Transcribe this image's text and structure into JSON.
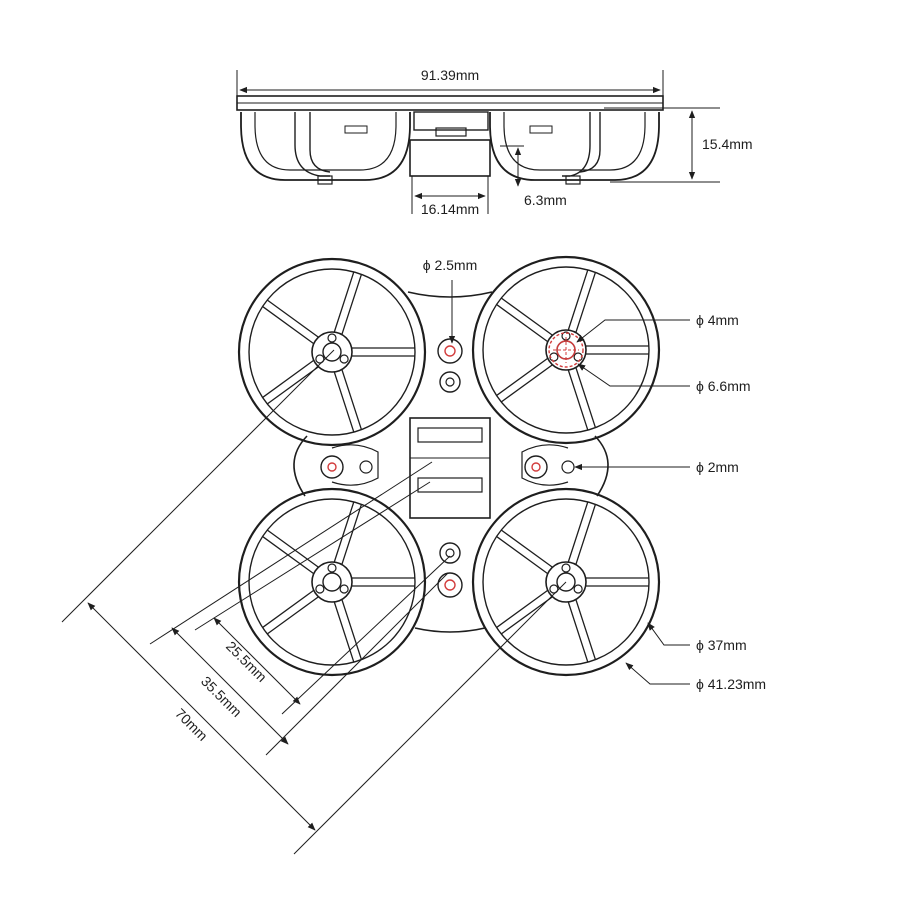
{
  "dimensions": {
    "overall_width": "91.39mm",
    "height": "15.4mm",
    "battery_bay_width": "16.14mm",
    "duct_depth": "6.3mm",
    "hole_phi_2_5": "ϕ 2.5mm",
    "motor_hole_4": "ϕ 4mm",
    "motor_bolt_6_6": "ϕ 6.6mm",
    "side_hole_2": "ϕ 2mm",
    "duct_inner": "ϕ 37mm",
    "duct_outer": "ϕ 41.23mm",
    "diag_25_5": "25.5mm",
    "diag_35_5": "35.5mm",
    "diag_70": "70mm"
  },
  "colors": {
    "line": "#1e1e1e",
    "accent": "#d23c3c",
    "background": "#ffffff"
  }
}
